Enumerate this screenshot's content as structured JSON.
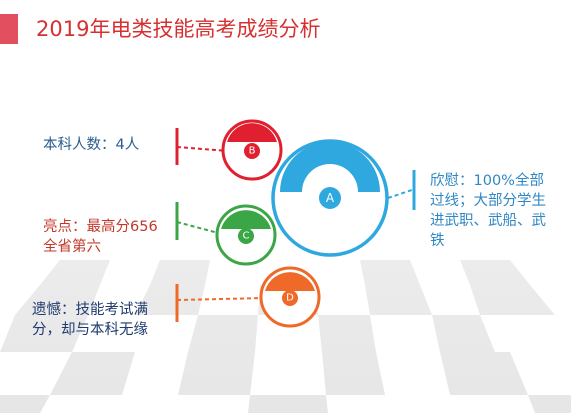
{
  "title": "2019年电类技能高考成绩分析",
  "colors": {
    "title": "#d63031",
    "accent": "#e2505f",
    "node_a": "#2fa8e0",
    "node_b": "#e02030",
    "node_c": "#3aa645",
    "node_d": "#ef6a28"
  },
  "nodes": [
    {
      "id": "A",
      "letter": "A",
      "text_lines": [
        "欣慰：100%全部",
        "过线；大部分学生",
        "进武职、武船、武",
        "铁"
      ]
    },
    {
      "id": "B",
      "letter": "B",
      "text_lines": [
        "本科人数：4人"
      ]
    },
    {
      "id": "C",
      "letter": "C",
      "text_lines": [
        "亮点：最高分656",
        "全省第六"
      ]
    },
    {
      "id": "D",
      "letter": "D",
      "text_lines": [
        "遗憾：技能考试满",
        "分，却与本科无缘"
      ]
    }
  ]
}
